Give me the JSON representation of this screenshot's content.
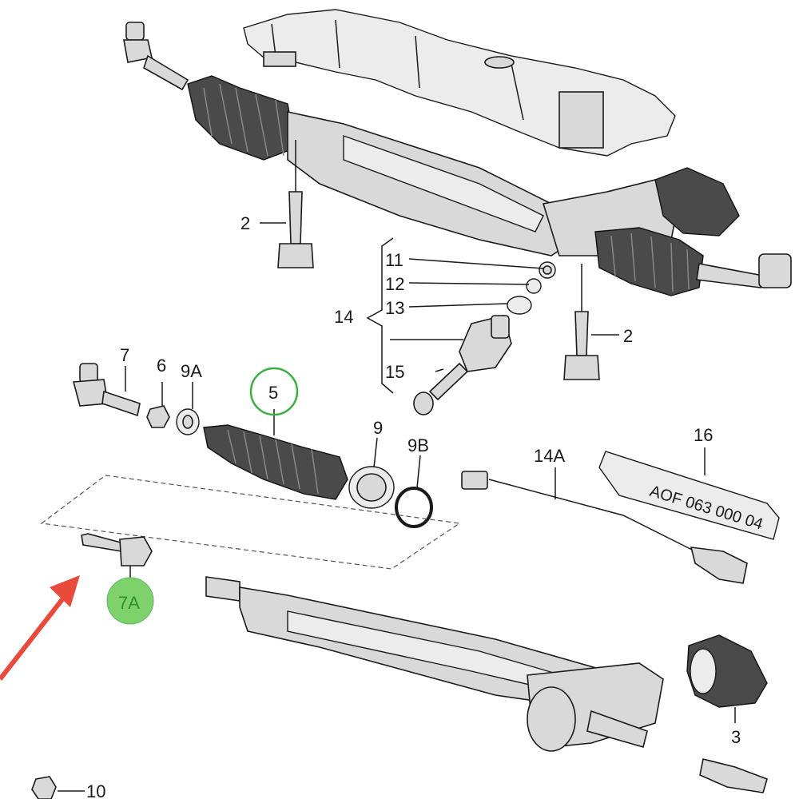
{
  "labels": {
    "l2a": "2",
    "l2b": "2",
    "l3": "3",
    "l5": "5",
    "l6": "6",
    "l7": "7",
    "l7a": "7A",
    "l9": "9",
    "l9a": "9A",
    "l9b": "9B",
    "l10": "10",
    "l11": "11",
    "l12": "12",
    "l13": "13",
    "l14": "14",
    "l14a": "14A",
    "l15": "15",
    "l16": "16"
  },
  "tube_text": "AOF 063 000 04",
  "colors": {
    "highlight_circle_stroke": "#3cb043",
    "highlight_fill": "#7ed16b",
    "arrow": "#e84a3c"
  }
}
